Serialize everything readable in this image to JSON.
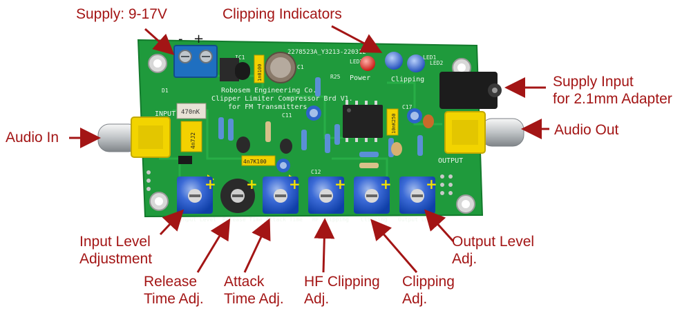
{
  "callouts": {
    "supply": "Supply: 9-17V",
    "clipping_indicators": "Clipping Indicators",
    "supply_input": "Supply Input\nfor 2.1mm Adapter",
    "audio_in": "Audio In",
    "audio_out": "Audio Out",
    "input_level": "Input Level\nAdjustment",
    "release": "Release\nTime Adj.",
    "attack": "Attack\nTime Adj.",
    "hf_clipping": "HF Clipping\nAdj.",
    "clipping": "Clipping\nAdj.",
    "output_level": "Output Level\nAdj."
  },
  "board": {
    "serial": "2278523A_Y3213-220312",
    "company": "Robosem Engineering Co.",
    "product": "Clipper Limiter Compressor Brd V1.",
    "subtitle": "for FM Transmitters",
    "terminal_minus": "-",
    "terminal_plus": "+",
    "power_label": "Power",
    "clipping_label": "Clipping",
    "input_label": "INPUT",
    "output_label": "OUTPUT",
    "pot_labels": [
      "Input Level",
      "Release Time",
      "Attack Time",
      "HF Clipping",
      "Clipping",
      "Output Level"
    ],
    "component_marks": {
      "ic1": "IC1",
      "c1": "C1",
      "c11": "C11",
      "c12": "C12",
      "c17": "C17",
      "d1": "D1",
      "r25": "R25",
      "led1": "LED1",
      "led2": "LED2",
      "led3": "LED3",
      "cap_470nk": "470nK",
      "cap_4n7k100": "4n7K100",
      "cap_4n7j2": "4n7J2",
      "cap_1n0100": "1n0100",
      "cap_10nk250": "10nK250"
    }
  },
  "colors": {
    "label": "#a31515",
    "pcb": "#1f9a3c",
    "terminal": "#1f6fc0",
    "jack": "#f2d400",
    "trimpot": "#1a5bd0"
  }
}
